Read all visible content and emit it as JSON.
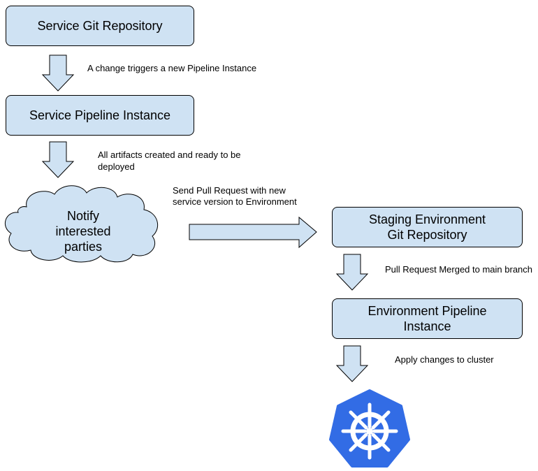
{
  "nodes": {
    "service_repo": "Service Git Repository",
    "service_pipeline": "Service Pipeline Instance",
    "notify": [
      "Notify",
      "interested",
      "parties"
    ],
    "staging_repo": [
      "Staging Environment",
      "Git Repository"
    ],
    "env_pipeline": [
      "Environment Pipeline",
      "Instance"
    ]
  },
  "edges": {
    "change_trigger": "A change triggers a new Pipeline Instance",
    "artifacts_ready": [
      "All artifacts created and ready to be",
      "deployed"
    ],
    "send_pr": [
      "Send Pull Request with new",
      "service version to Environment"
    ],
    "pr_merged": "Pull Request Merged to main branch",
    "apply_changes": "Apply changes to cluster"
  },
  "icons": {
    "cluster": "kubernetes-logo-icon"
  },
  "colors": {
    "box_fill": "#cfe2f3",
    "stroke": "#000000",
    "k8s_blue": "#326ce5"
  }
}
